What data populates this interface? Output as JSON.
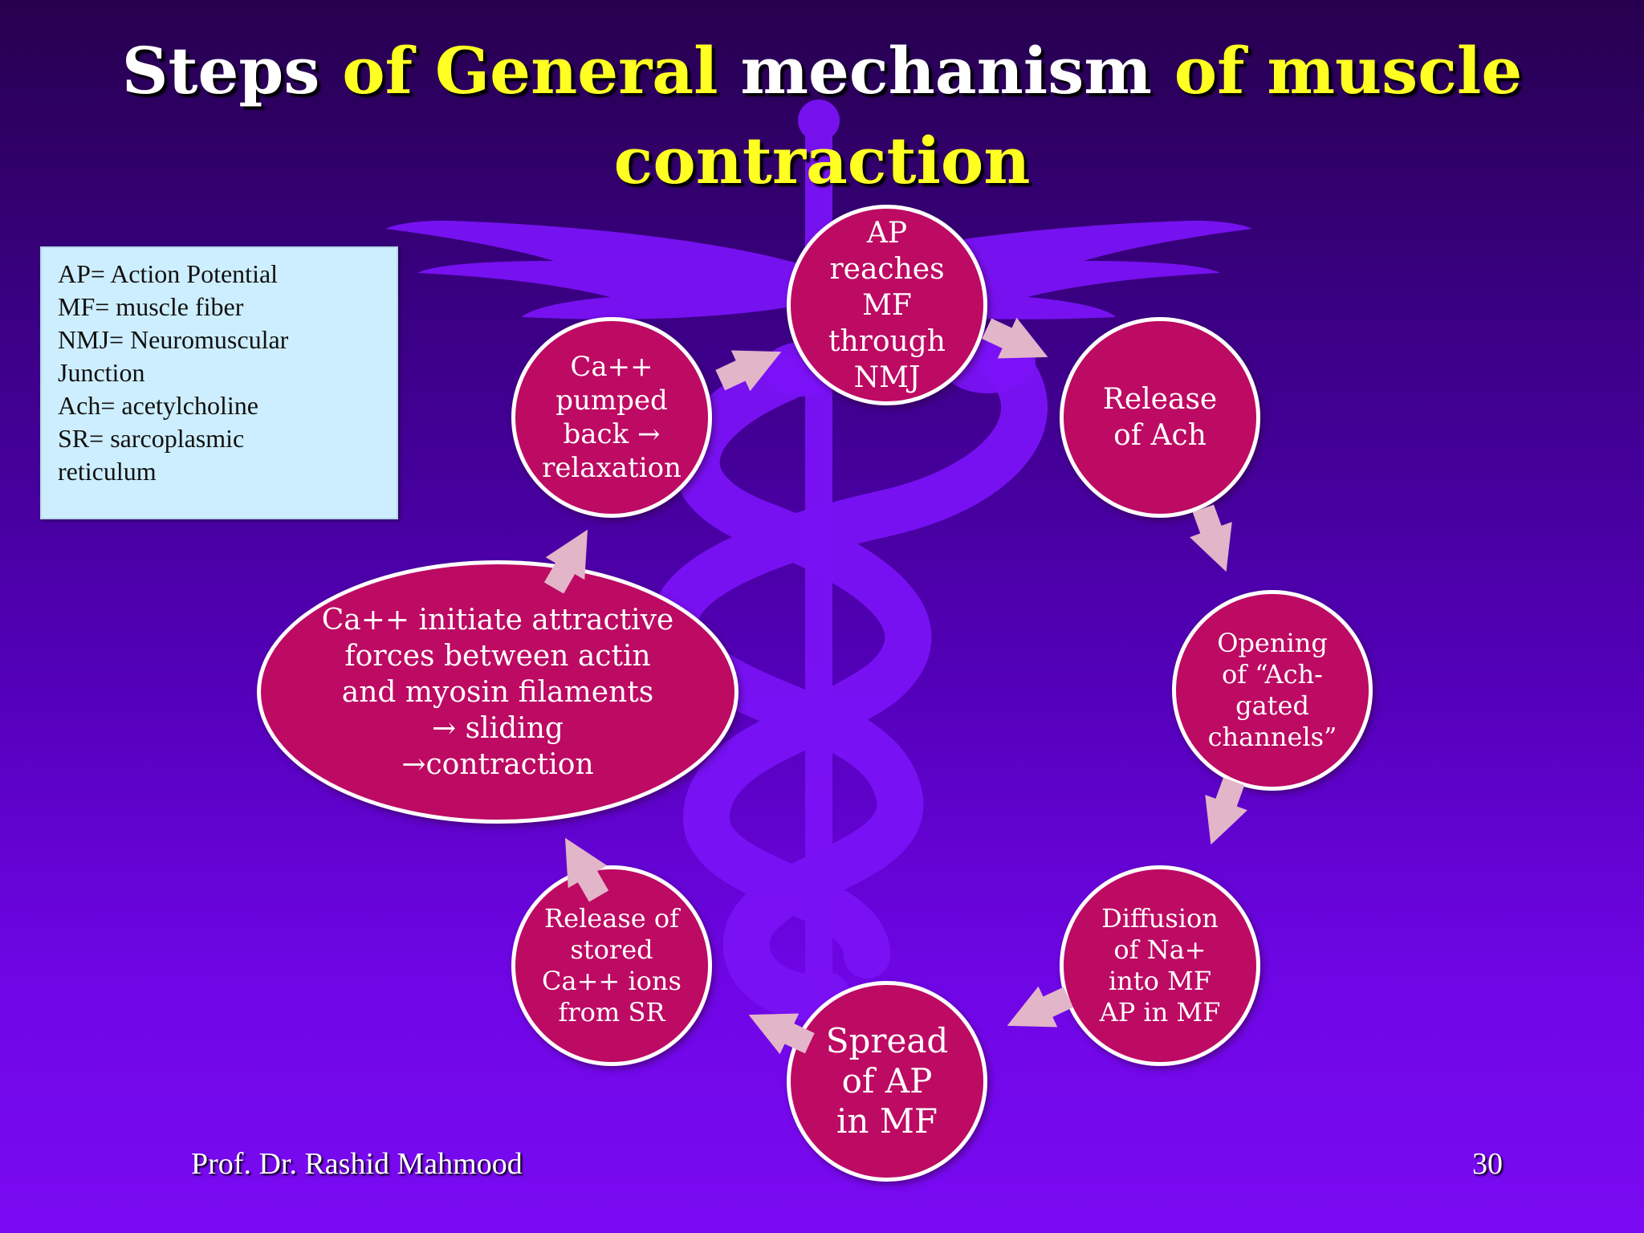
{
  "title": {
    "part1": "Steps",
    "part2": "of General",
    "part3": "mechanism",
    "part4": "of muscle",
    "part5": "contraction"
  },
  "legend": {
    "lines": [
      "AP= Action Potential",
      "MF= muscle fiber",
      "NMJ= Neuromuscular",
      "Junction",
      "Ach= acetylcholine",
      "SR= sarcoplasmic",
      "reticulum"
    ]
  },
  "steps": {
    "ap_reaches": [
      "AP",
      "reaches",
      "MF",
      "through",
      "NMJ"
    ],
    "release_ach": [
      "Release",
      "of Ach"
    ],
    "opening": [
      "Opening",
      "of “Ach-",
      "gated",
      "channels”"
    ],
    "diffusion": [
      "Diffusion",
      "of Na+",
      "into MF",
      "AP in MF"
    ],
    "spread": [
      "Spread",
      "of AP",
      "in MF"
    ],
    "release_ca": [
      "Release of",
      "stored",
      "Ca++ ions",
      "from SR"
    ],
    "ca_initiate": [
      "Ca++ initiate attractive",
      "forces between actin",
      "and myosin filaments",
      "→ sliding",
      "→contraction"
    ],
    "ca_pumped": [
      "Ca++",
      "pumped",
      "back →",
      "relaxation"
    ]
  },
  "footer": {
    "author": "Prof. Dr. Rashid Mahmood",
    "page_number": "30"
  },
  "colors": {
    "node_fill": "#bd0a63",
    "arrow": "#e2b5c9",
    "caduceus": "#7a10f4",
    "title_accent": "#ffff22"
  }
}
